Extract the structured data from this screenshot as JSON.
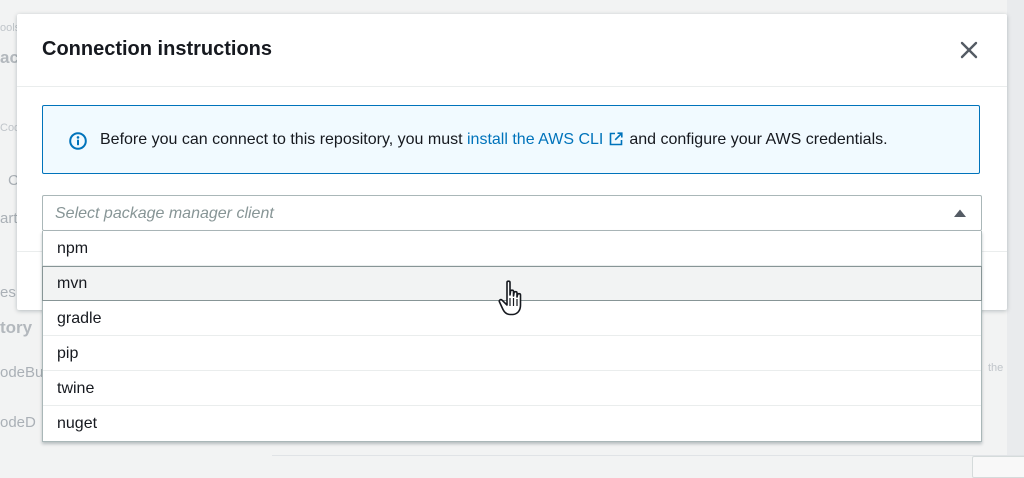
{
  "background": {
    "fragments": [
      "ools",
      "ac",
      "Code",
      "C",
      "art",
      "es",
      "tory",
      "odeBu",
      "odeD",
      "the"
    ]
  },
  "modal": {
    "title": "Connection instructions",
    "close_icon": "close-icon"
  },
  "alert": {
    "icon": "info-icon",
    "text_before": "Before you can connect to this repository, you must",
    "link_text": "install the AWS CLI",
    "link_icon": "external-link-icon",
    "text_after": "and configure your AWS credentials."
  },
  "select": {
    "placeholder": "Select package manager client",
    "caret_icon": "caret-up-icon"
  },
  "dropdown": {
    "options": [
      "npm",
      "mvn",
      "gradle",
      "pip",
      "twine",
      "nuget"
    ],
    "hovered": "mvn"
  },
  "colors": {
    "accent": "#0073bb",
    "alert_bg": "#f1faff",
    "border": "#aab7b8",
    "text": "#16191f",
    "placeholder": "#879596"
  }
}
